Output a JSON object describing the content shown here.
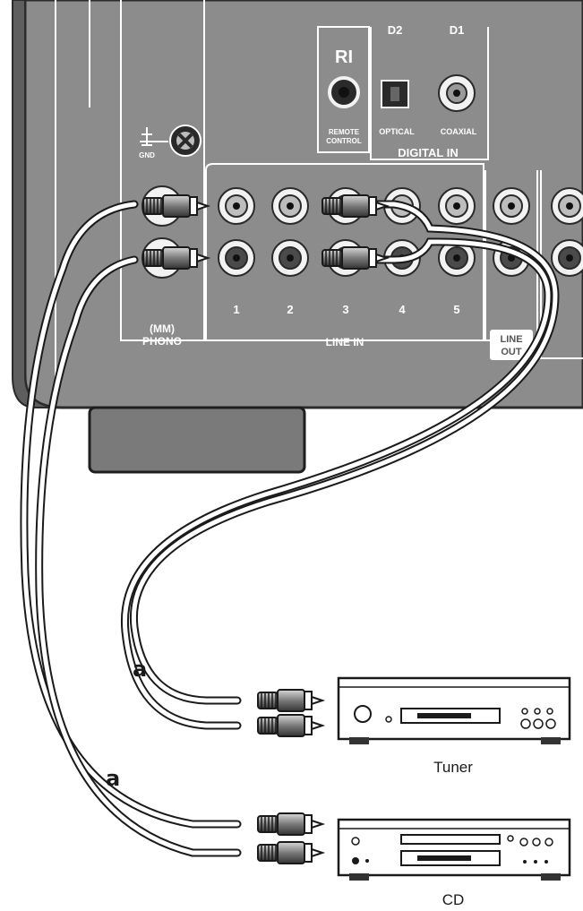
{
  "panel": {
    "ri_symbol": "RI",
    "remote_control": [
      "REMOTE",
      "CONTROL"
    ],
    "d2": "D2",
    "d1": "D1",
    "optical": "OPTICAL",
    "coaxial": "COAXIAL",
    "digital_in": "DIGITAL IN",
    "gnd": "GND",
    "mm": "(MM)",
    "phono": "PHONO",
    "line_in": "LINE IN",
    "jack_numbers": [
      "1",
      "2",
      "3",
      "4",
      "5"
    ],
    "line_out": [
      "LINE",
      "OUT"
    ]
  },
  "cable_labels": [
    "a",
    "a"
  ],
  "devices": {
    "tuner": "Tuner",
    "cd": "CD"
  },
  "colors": {
    "panel": "#8c8c8c",
    "panel_edge": "#2b2b2b",
    "jack_ring": "#f2f2f2",
    "cable": "#ffffff"
  }
}
